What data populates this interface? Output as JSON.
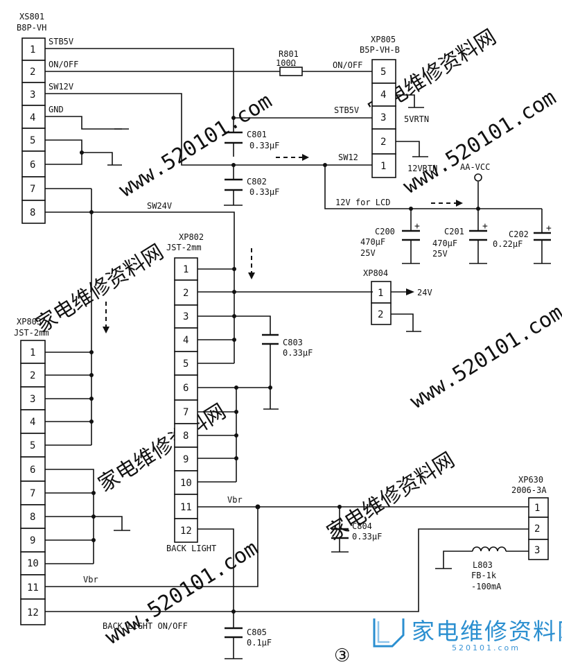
{
  "watermark": {
    "site": "www.520101.com",
    "cjk": "家电维修资料网"
  },
  "connectors": {
    "xs801": {
      "ref": "XS801",
      "type": "B8P-VH",
      "pins": [
        "1",
        "2",
        "3",
        "4",
        "5",
        "6",
        "7",
        "8"
      ]
    },
    "xp805": {
      "ref": "XP805",
      "type": "B5P-VH-B",
      "pins": [
        "5",
        "4",
        "3",
        "2",
        "1"
      ]
    },
    "xp802": {
      "ref": "XP802",
      "type": "JST-2mm",
      "pins": [
        "1",
        "2",
        "3",
        "4",
        "5",
        "6",
        "7",
        "8",
        "9",
        "10",
        "11",
        "12"
      ]
    },
    "xp803": {
      "ref": "XP803",
      "type": "JST-2mm",
      "pins": [
        "1",
        "2",
        "3",
        "4",
        "5",
        "6",
        "7",
        "8",
        "9",
        "10",
        "11",
        "12"
      ]
    },
    "xp804": {
      "ref": "XP804",
      "pins": [
        "1",
        "2"
      ]
    },
    "xp630": {
      "ref": "XP630",
      "type": "2006-3A",
      "pins": [
        "1",
        "2",
        "3"
      ]
    }
  },
  "components": {
    "r801": {
      "ref": "R801",
      "value": "100Ω"
    },
    "c801": {
      "ref": "C801",
      "value": "0.33μF"
    },
    "c802": {
      "ref": "C802",
      "value": "0.33μF"
    },
    "c803": {
      "ref": "C803",
      "value": "0.33μF"
    },
    "c804": {
      "ref": "C804",
      "value": "0.33μF"
    },
    "c805": {
      "ref": "C805",
      "value": "0.1μF"
    },
    "c200": {
      "ref": "C200",
      "value": "470μF",
      "voltage": "25V"
    },
    "c201": {
      "ref": "C201",
      "value": "470μF",
      "voltage": "25V"
    },
    "c202": {
      "ref": "C202",
      "value": "0.22μF"
    },
    "l803": {
      "ref": "L803",
      "value": "FB-1k",
      "current": "-100mA"
    }
  },
  "nets": {
    "stb5v": "STB5V",
    "on_off": "ON/OFF",
    "sw12v": "SW12V",
    "gnd": "GND",
    "stb5v_right": "STB5V",
    "on_off_right": "ON/OFF",
    "sw12": "SW12",
    "rtn5": "5VRTN",
    "rtn12": "12VRTN",
    "aa_vcc": "AA-VCC",
    "lcd12": "12V for LCD",
    "sw24v": "SW24V",
    "out24": "24V",
    "vbr_a": "Vbr",
    "vbr_b": "Vbr",
    "back_light": "BACK LIGHT",
    "bl_onoff": "BACK LIGHT ON/OFF"
  },
  "page_mark": "③",
  "logo": {
    "text": "家电维修资料网",
    "url": "520101.com"
  }
}
